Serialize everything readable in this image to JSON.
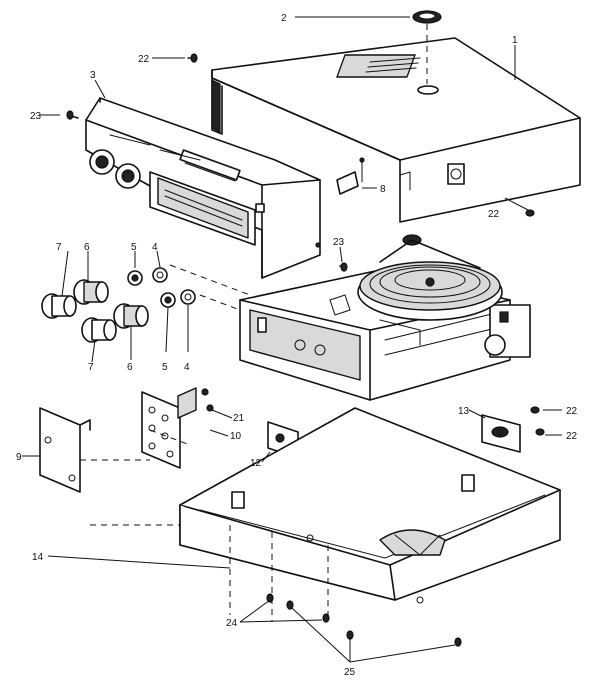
{
  "callouts": {
    "c2": "2",
    "c22_top": "22",
    "c3": "3",
    "c23_left": "23",
    "c1": "1",
    "c8": "8",
    "c22_right_upper": "22",
    "c7_upper": "7",
    "c6_upper": "6",
    "c5_upper": "5",
    "c4_upper": "4",
    "c23_mid": "23",
    "c7_lower": "7",
    "c6_lower": "6",
    "c5_lower": "5",
    "c4_lower": "4",
    "c21": "21",
    "c10": "10",
    "c9": "9",
    "c13": "13",
    "c22_right_a": "22",
    "c22_right_b": "22",
    "c12": "12",
    "c14": "14",
    "c24": "24",
    "c25": "25"
  }
}
